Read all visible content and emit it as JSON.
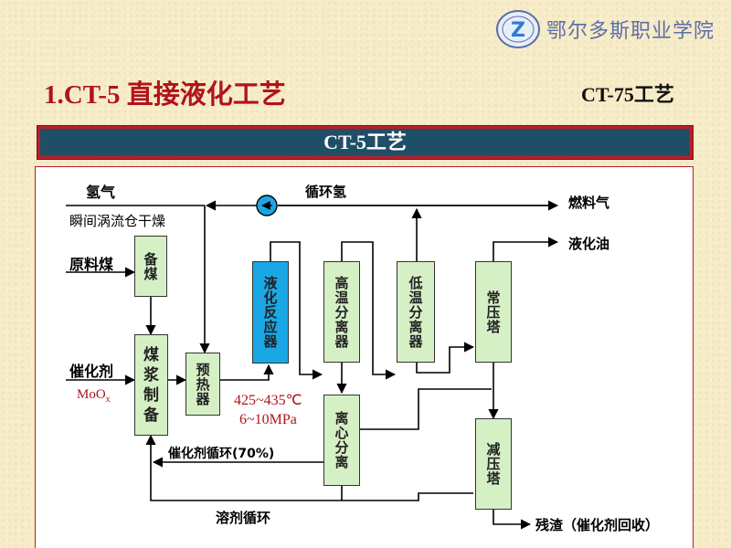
{
  "header": {
    "school_name": "鄂尔多斯职业学院",
    "logo_letter": "Z",
    "title": "1.CT-5 直接液化工艺",
    "subtitle": "CT-75工艺"
  },
  "banner": {
    "label": "CT-5工艺"
  },
  "colors": {
    "banner_bg": "#1f4f66",
    "banner_border": "#b7202a",
    "box_fill": "#d6f0c6",
    "reactor_fill": "#1aa7e6",
    "accent_red": "#b0141b"
  },
  "labels": {
    "hydrogen": "氢气",
    "drying": "瞬间涡流仓干燥",
    "raw_coal": "原料煤",
    "catalyst": "催化剂",
    "catalyst_formula_base": "MoO",
    "catalyst_formula_sub": "x",
    "recycle_hydrogen": "循环氢",
    "fuel_gas": "燃料气",
    "liquid_oil": "液化油",
    "temperature": "425~435℃",
    "pressure": "6~10MPa",
    "catalyst_recycle": "催化剂循环(70%)",
    "solvent_recycle": "溶剂循环",
    "residue": "残渣（催化剂回收）"
  },
  "units": {
    "coal_prep": "备煤",
    "slurry_chars": [
      "煤",
      "浆",
      "制",
      "备"
    ],
    "preheater": "预热器",
    "reactor": "液化反应器",
    "hot_separator": "高温分离器",
    "cold_separator": "低温分离器",
    "centrifuge": "离心分离",
    "atm_tower": "常压塔",
    "vac_tower": "减压塔"
  }
}
